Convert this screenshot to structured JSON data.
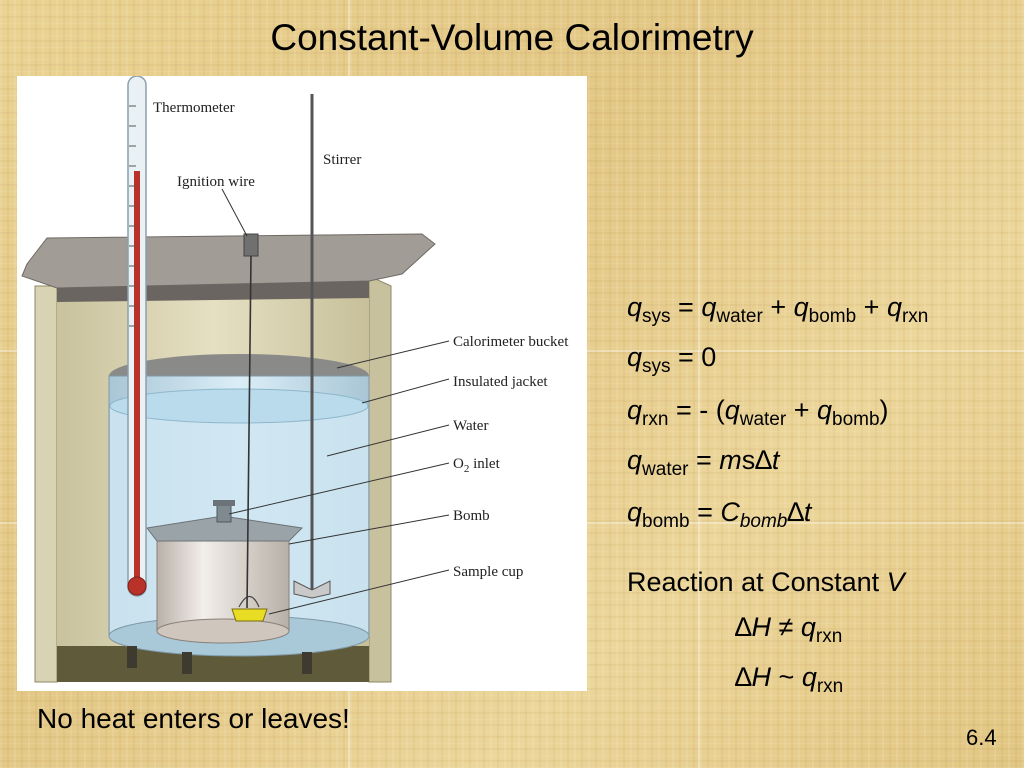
{
  "slide": {
    "title": "Constant-Volume Calorimetry",
    "footer": "No heat enters or leaves!",
    "page_number": "6.4"
  },
  "diagram": {
    "labels": {
      "thermometer": "Thermometer",
      "ignition_wire": "Ignition wire",
      "stirrer": "Stirrer",
      "calorimeter_bucket": "Calorimeter bucket",
      "insulated_jacket": "Insulated jacket",
      "water": "Water",
      "o2_inlet_main": "O",
      "o2_inlet_sub": "2",
      "o2_inlet_rest": " inlet",
      "bomb": "Bomb",
      "sample_cup": "Sample cup"
    },
    "colors": {
      "water": "#cfe6f2",
      "jacket": "#d8d3b2",
      "lid": "#a09c97",
      "thermometer_red": "#b8322a",
      "sample": "#e8dc25"
    }
  },
  "equations": {
    "eq1": {
      "q": "q",
      "s1": "sys",
      "eq": " = ",
      "q2": "q",
      "s2": "water",
      "plus1": " + ",
      "q3": "q",
      "s3": "bomb",
      "plus2": " + ",
      "q4": "q",
      "s4": "rxn"
    },
    "eq2": {
      "q": "q",
      "s1": "sys",
      "rest": " = 0"
    },
    "eq3": {
      "q": "q",
      "s1": "rxn",
      "mid": " = - (",
      "q2": "q",
      "s2": "water",
      "plus": " + ",
      "q3": "q",
      "s3": "bomb",
      "close": ")"
    },
    "eq4": {
      "q": "q",
      "s1": "water",
      "eq": " = ",
      "m": "m",
      "s": "s",
      "delta": "∆",
      "t": "t"
    },
    "eq5": {
      "q": "q",
      "s1": "bomb",
      "eq": " = ",
      "C": "C",
      "sub": "bomb",
      "delta": "∆",
      "t": "t"
    }
  },
  "reaction": {
    "heading_text": "Reaction at Constant ",
    "heading_var": "V",
    "line1": {
      "delta": "∆",
      "H": "H",
      "op": " ≠ ",
      "q": "q",
      "sub": "rxn"
    },
    "line2": {
      "delta": "∆",
      "H": "H",
      "op": " ~ ",
      "q": "q",
      "sub": "rxn"
    }
  }
}
